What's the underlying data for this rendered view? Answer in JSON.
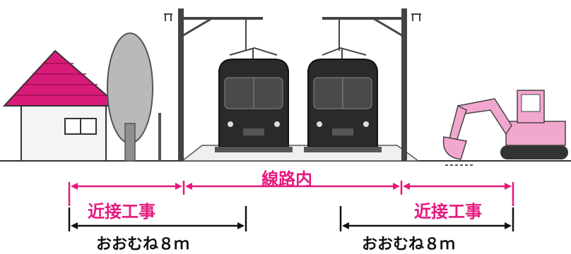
{
  "labels": {
    "track_zone": "線路内",
    "near_work_left": "近接工事",
    "near_work_right": "近接工事",
    "distance_left": "おおむね８ｍ",
    "distance_right": "おおむね８ｍ"
  },
  "colors": {
    "accent_pink": "#e6187d",
    "roof_magenta": "#d81b78",
    "excavator_pink": "#f2a7cf",
    "train_body": "#2a2a2a",
    "arrow_black": "#111111"
  }
}
